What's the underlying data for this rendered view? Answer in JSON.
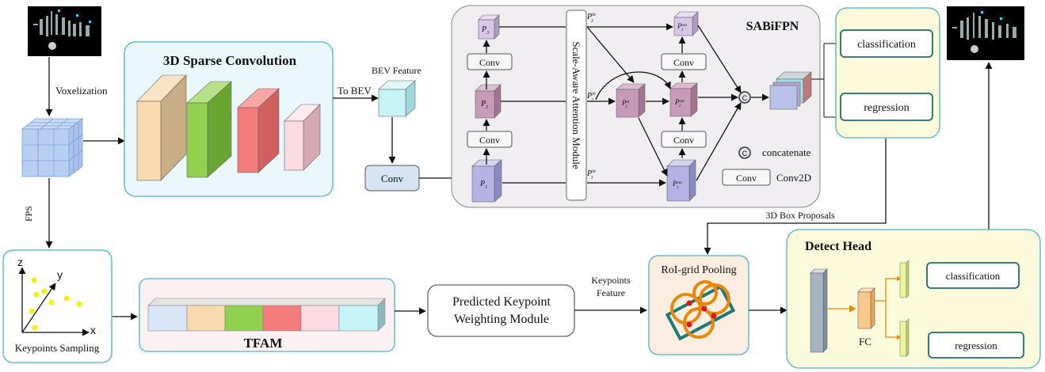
{
  "labels": {
    "voxelization": "Voxelization",
    "fps": "FPS",
    "sparse_conv_title": "3D Sparse Convolution",
    "to_bev": "To BEV",
    "bev_feature": "BEV Feature",
    "conv": "Conv",
    "sabifpn": "SABiFPN",
    "scale_aware": "Scale-Aware Attention Module",
    "concatenate": "concatenate",
    "conv2d": "Conv2D",
    "classification": "classification",
    "regression": "regression",
    "proposals": "3D Box Proposals",
    "detect_head": "Detect Head",
    "fc": "FC",
    "keypoints_sampling": "Keypoints Sampling",
    "axis_z": "z",
    "axis_y": "y",
    "axis_x": "x",
    "tfam": "TFAM",
    "pkwm_line1": "Predicted Keypoint",
    "pkwm_line2": "Weighting Module",
    "kp_feature_line1": "Keypoints",
    "kp_feature_line2": "Feature",
    "roi_pooling": "RoI-grid Pooling",
    "concat_symbol": "C"
  },
  "fpn_nodes": {
    "p1": "P",
    "p1_sub": "1",
    "p2": "P",
    "p2_sub": "2",
    "p3": "P",
    "p3_sub": "3",
    "p1in": "P",
    "p1in_sub": "1",
    "p1in_sup": "in",
    "p2in": "P",
    "p2in_sub": "2",
    "p2in_sup": "in",
    "p3in": "P",
    "p3in_sub": "3",
    "p3in_sup": "in",
    "p2td": "P",
    "p2td_sub": "2",
    "p2td_sup": "td",
    "p1out": "P",
    "p1out_sub": "1",
    "p1out_sup": "out",
    "p2out": "P",
    "p2out_sub": "2",
    "p2out_sup": "out",
    "p3out": "P",
    "p3out_sub": "3",
    "p3out_sup": "out"
  },
  "colors": {
    "sparse_bg": "#eaf8fb",
    "sparse_border": "#4bb3c8",
    "fpn_bg": "#f1eef2",
    "head_bg": "#fbfbdc",
    "tfam_bg": "#fdf1f3",
    "roi_bg": "#fbeee0",
    "block_peach": "#f9d9b0",
    "block_green": "#92d050",
    "block_red": "#f47c7c",
    "block_pink": "#fadbe3",
    "block_lightblue": "#d9e6f7",
    "block_cyan": "#c7f4f7",
    "node_purple": "#b5b3e3",
    "node_mauve": "#c79bb8",
    "node_lavender": "#d6c8e6",
    "roi_orange": "#e8890c",
    "roi_teal": "#1f7a74",
    "point_yellow": "#f2f20a",
    "fc_green": "#e8f59a"
  }
}
